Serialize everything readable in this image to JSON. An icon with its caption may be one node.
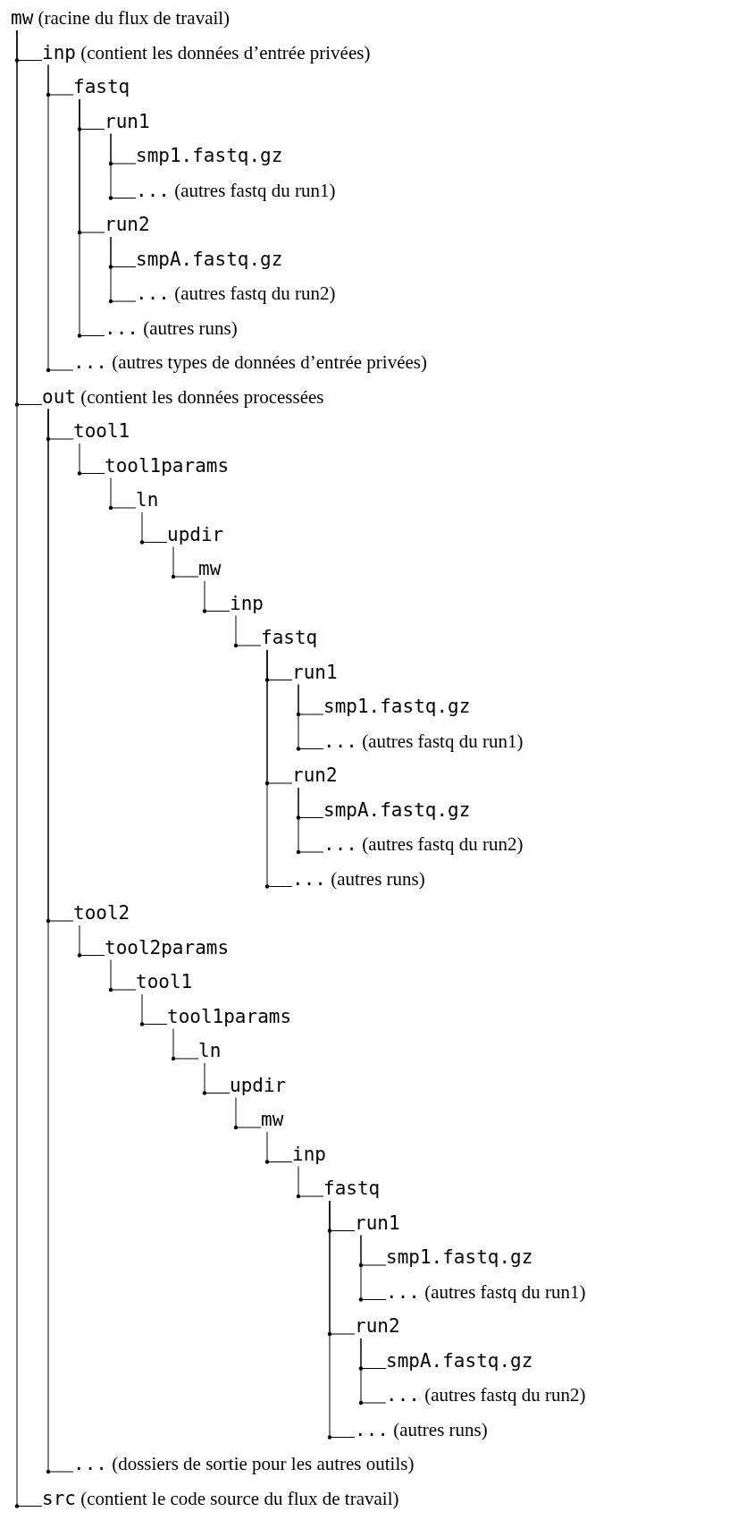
{
  "diagram": {
    "nodes": [
      {
        "text": [
          "mw (racine du flux de travail)"
        ]
      },
      {
        "text": [
          "inp (contient les données d’entrée privées)"
        ]
      },
      {
        "text": [
          "fastq"
        ]
      },
      {
        "text": [
          "run1"
        ]
      },
      {
        "text": [
          "smp1.fastq.gz"
        ]
      },
      {
        "text": [
          "... (autres fastq du run1)"
        ]
      },
      {
        "text": [
          "run2"
        ]
      },
      {
        "text": [
          "smpA.fastq.gz"
        ]
      },
      {
        "text": [
          "... (autres fastq du run2)"
        ]
      },
      {
        "text": [
          "... (autres runs)"
        ]
      },
      {
        "text": [
          "... (autres types de données d’entrée privées)"
        ]
      },
      {
        "text": [
          "out (contient les données processées"
        ]
      },
      {
        "text": [
          "tool1"
        ]
      },
      {
        "text": [
          "tool1params"
        ]
      },
      {
        "text": [
          "ln"
        ]
      },
      {
        "text": [
          "updir"
        ]
      },
      {
        "text": [
          "mw"
        ]
      },
      {
        "text": [
          "inp"
        ]
      },
      {
        "text": [
          "fastq"
        ]
      },
      {
        "text": [
          "run1"
        ]
      },
      {
        "text": [
          "smp1.fastq.gz"
        ]
      },
      {
        "text": [
          "... (autres fastq du run1)"
        ]
      },
      {
        "text": [
          "run2"
        ]
      },
      {
        "text": [
          "smpA.fastq.gz"
        ]
      },
      {
        "text": [
          "... (autres fastq du run2)"
        ]
      },
      {
        "text": [
          "... (autres runs)"
        ]
      },
      {
        "text": [
          "tool2"
        ]
      },
      {
        "text": [
          "tool2params"
        ]
      },
      {
        "text": [
          "tool1"
        ]
      },
      {
        "text": [
          "tool1params"
        ]
      },
      {
        "text": [
          "ln"
        ]
      },
      {
        "text": [
          "updir"
        ]
      },
      {
        "text": [
          "mw"
        ]
      },
      {
        "text": [
          "inp"
        ]
      },
      {
        "text": [
          "fastq"
        ]
      },
      {
        "text": [
          "run1"
        ]
      },
      {
        "text": [
          "smp1.fastq.gz"
        ]
      },
      {
        "text": [
          "... (autres fastq du run1)"
        ]
      },
      {
        "text": [
          "run2"
        ]
      },
      {
        "text": [
          "smpA.fastq.gz"
        ]
      },
      {
        "text": [
          "... (autres fastq du run2)"
        ]
      },
      {
        "text": [
          "... (autres runs)"
        ]
      },
      {
        "text": [
          "... (dossiers de sortie pour les autres outils)"
        ]
      },
      {
        "text": [
          "src (contient le code source du flux de travail)"
        ]
      }
    ],
    "edges": [
      {
        "from": 0,
        "to": 1,
        "arrow": "none"
      },
      {
        "from": 1,
        "to": 2,
        "arrow": "none"
      },
      {
        "from": 2,
        "to": 3,
        "arrow": "none"
      },
      {
        "from": 3,
        "to": 4,
        "arrow": "none"
      },
      {
        "from": 3,
        "to": 5,
        "arrow": "none"
      },
      {
        "from": 2,
        "to": 6,
        "arrow": "none"
      },
      {
        "from": 6,
        "to": 7,
        "arrow": "none"
      },
      {
        "from": 6,
        "to": 8,
        "arrow": "none"
      },
      {
        "from": 2,
        "to": 9,
        "arrow": "none"
      },
      {
        "from": 1,
        "to": 10,
        "arrow": "none"
      },
      {
        "from": 0,
        "to": 11,
        "arrow": "none"
      },
      {
        "from": 11,
        "to": 12,
        "arrow": "none"
      },
      {
        "from": 12,
        "to": 13,
        "arrow": "none"
      },
      {
        "from": 13,
        "to": 14,
        "arrow": "none"
      },
      {
        "from": 14,
        "to": 15,
        "arrow": "none"
      },
      {
        "from": 15,
        "to": 16,
        "arrow": "none"
      },
      {
        "from": 16,
        "to": 17,
        "arrow": "none"
      },
      {
        "from": 17,
        "to": 18,
        "arrow": "none"
      },
      {
        "from": 18,
        "to": 19,
        "arrow": "none"
      },
      {
        "from": 19,
        "to": 20,
        "arrow": "none"
      },
      {
        "from": 19,
        "to": 21,
        "arrow": "none"
      },
      {
        "from": 18,
        "to": 22,
        "arrow": "none"
      },
      {
        "from": 22,
        "to": 23,
        "arrow": "none"
      },
      {
        "from": 22,
        "to": 24,
        "arrow": "none"
      },
      {
        "from": 18,
        "to": 25,
        "arrow": "none"
      },
      {
        "from": 11,
        "to": 26,
        "arrow": "none"
      },
      {
        "from": 26,
        "to": 27,
        "arrow": "none"
      },
      {
        "from": 27,
        "to": 28,
        "arrow": "none"
      },
      {
        "from": 28,
        "to": 29,
        "arrow": "none"
      },
      {
        "from": 29,
        "to": 30,
        "arrow": "none"
      },
      {
        "from": 30,
        "to": 31,
        "arrow": "none"
      },
      {
        "from": 31,
        "to": 32,
        "arrow": "none"
      },
      {
        "from": 32,
        "to": 33,
        "arrow": "none"
      },
      {
        "from": 33,
        "to": 34,
        "arrow": "none"
      },
      {
        "from": 34,
        "to": 35,
        "arrow": "none"
      },
      {
        "from": 35,
        "to": 36,
        "arrow": "none"
      },
      {
        "from": 35,
        "to": 37,
        "arrow": "none"
      },
      {
        "from": 34,
        "to": 38,
        "arrow": "none"
      },
      {
        "from": 38,
        "to": 39,
        "arrow": "none"
      },
      {
        "from": 38,
        "to": 40,
        "arrow": "none"
      },
      {
        "from": 34,
        "to": 41,
        "arrow": "none"
      },
      {
        "from": 11,
        "to": 42,
        "arrow": "none"
      },
      {
        "from": 0,
        "to": 43,
        "arrow": "none"
      }
    ]
  }
}
